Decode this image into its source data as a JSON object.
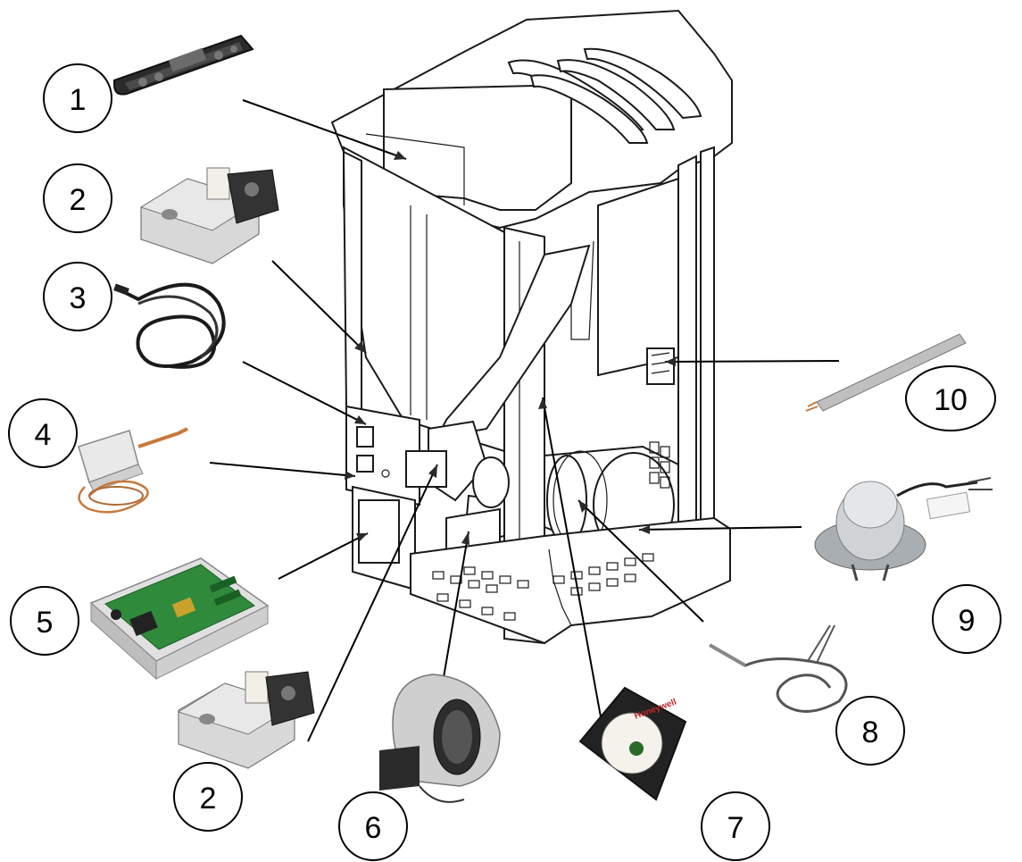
{
  "callouts": [
    {
      "id": "1",
      "label": "1"
    },
    {
      "id": "2a",
      "label": "2"
    },
    {
      "id": "3",
      "label": "3"
    },
    {
      "id": "4",
      "label": "4"
    },
    {
      "id": "5",
      "label": "5"
    },
    {
      "id": "2b",
      "label": "2"
    },
    {
      "id": "6",
      "label": "6"
    },
    {
      "id": "7",
      "label": "7"
    },
    {
      "id": "8",
      "label": "8"
    },
    {
      "id": "9",
      "label": "9"
    },
    {
      "id": "10",
      "label": "10"
    }
  ],
  "components": [
    {
      "callout": "1",
      "icon": "control-panel-icon"
    },
    {
      "callout": "2",
      "icon": "gear-motor-icon"
    },
    {
      "callout": "3",
      "icon": "cable-probe-icon"
    },
    {
      "callout": "4",
      "icon": "thermostat-icon"
    },
    {
      "callout": "5",
      "icon": "circuit-board-icon"
    },
    {
      "callout": "6",
      "icon": "blower-fan-icon"
    },
    {
      "callout": "7",
      "icon": "pressure-switch-icon"
    },
    {
      "callout": "8",
      "icon": "temperature-probe-icon"
    },
    {
      "callout": "9",
      "icon": "smoke-extractor-icon"
    },
    {
      "callout": "10",
      "icon": "heater-cartridge-icon"
    }
  ],
  "honeywell_label": "Honeywell",
  "colors": {
    "line": "#000000",
    "stove_fill": "#ffffff",
    "metal": "#d8d8d8",
    "copper": "#c8783c",
    "pcb": "#2f8a3c"
  }
}
